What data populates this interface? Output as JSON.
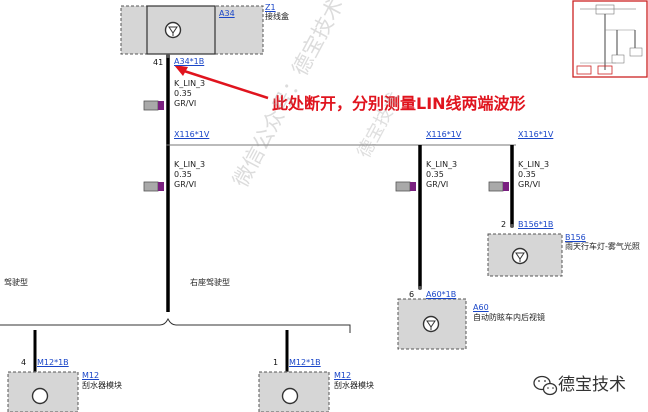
{
  "annotation": "此处断开，分别测量LIN线两端波形",
  "watermark": "微信公众号：德宝技术",
  "watermark_short": "德宝技术",
  "brand": {
    "name": "德宝技术"
  },
  "modules": {
    "z1": {
      "link": "Z1",
      "name": "接线盒",
      "sub": "A34"
    },
    "b156": {
      "link": "B156",
      "name": "雨天行车灯-雾气光照"
    },
    "a60": {
      "link": "A60",
      "name": "自动防眩车内后视镜"
    },
    "m12a": {
      "link": "M12",
      "name": "刮水器模块"
    },
    "m12b": {
      "link": "M12",
      "name": "刮水器模块"
    }
  },
  "connectors": {
    "a34": {
      "pin": "41",
      "name": "A34*1B"
    },
    "b156": {
      "pin": "2",
      "name": "B156*1B"
    },
    "a60": {
      "pin": "6",
      "name": "A60*1B"
    },
    "m12a": {
      "pin": "4",
      "name": "M12*1B"
    },
    "m12b": {
      "pin": "1",
      "name": "M12*1B"
    }
  },
  "splices": [
    "X116*1V",
    "X116*1V",
    "X116*1V"
  ],
  "wire": {
    "signal": "K_LIN_3",
    "size": "0.35",
    "color": "GR/VI"
  },
  "variants": {
    "left": "驾驶型",
    "right": "右座驾驶型"
  }
}
